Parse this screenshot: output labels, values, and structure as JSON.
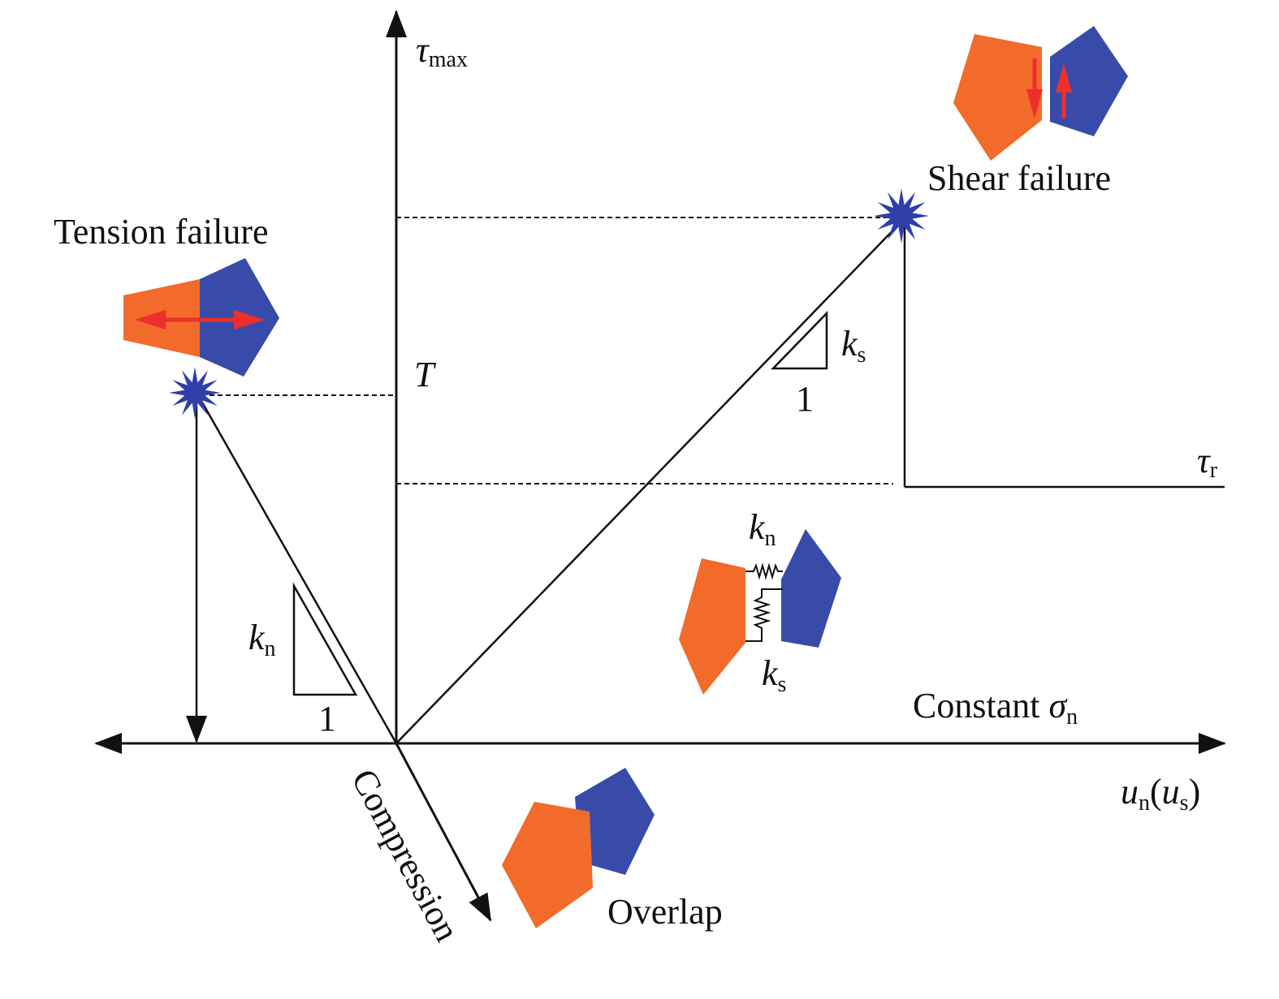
{
  "labels": {
    "tau_max": "τ",
    "tau_max_sub": "max",
    "T": "T",
    "tau_r": "τ",
    "tau_r_sub": "r",
    "ks_slope": "k",
    "ks_slope_sub": "s",
    "ks_one": "1",
    "kn_slope": "k",
    "kn_slope_sub": "n",
    "kn_one": "1",
    "tension_failure": "Tension failure",
    "shear_failure": "Shear failure",
    "constant_sigma": "Constant ",
    "sigma": "σ",
    "sigma_sub": "n",
    "x_axis_u": "u",
    "x_axis_u_sub": "n",
    "x_axis_paren_open": "(",
    "x_axis_us": "u",
    "x_axis_us_sub": "s",
    "x_axis_paren_close": ")",
    "compression": "Compression",
    "overlap": "Overlap",
    "spring_kn": "k",
    "spring_kn_sub": "n",
    "spring_ks": "k",
    "spring_ks_sub": "s"
  },
  "colors": {
    "orange_block": "#F26B2A",
    "blue_block": "#394BA8",
    "arrow_red": "#EE2E2E",
    "burst_blue": "#2E3FA8",
    "line": "#111111"
  }
}
